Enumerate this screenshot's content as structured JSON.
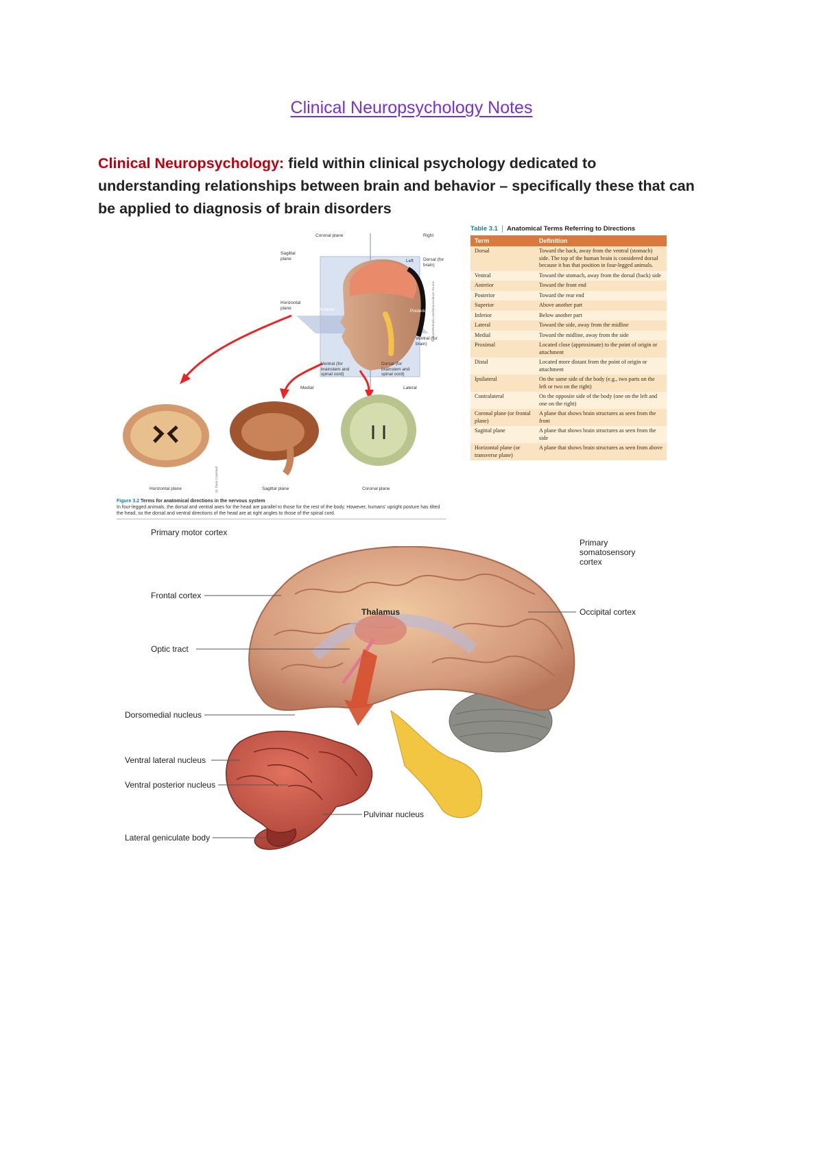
{
  "title": "Clinical Neuropsychology Notes",
  "intro": {
    "term": "Clinical Neuropsychology:",
    "definition": " field within clinical psychology dedicated to understanding relationships between brain and behavior – specifically these that can be applied to diagnosis of brain disorders"
  },
  "figure": {
    "labels": {
      "coronal_plane": "Coronal plane",
      "right": "Right",
      "sagittal_plane": "Sagittal plane",
      "left": "Left",
      "dorsal_brain": "Dorsal (for brain)",
      "horizontal_plane": "Horizontal plane",
      "anterior": "Anterior",
      "posterior": "Posterior",
      "ventral_brain": "Ventral (for brain)",
      "ventral_brainstem": "Ventral (for brainstem and spinal cord)",
      "dorsal_brainstem": "Dorsal (for brainstem and spinal cord)",
      "medial": "Medial",
      "lateral": "Lateral",
      "credit": "Sinauer/Richard Lowe/Neuroscience Source",
      "horizontal_caption": "Horizontal plane",
      "sagittal_caption": "Sagittal plane",
      "coronal_caption": "Coronal plane",
      "photo_credit": "Dr. Dana Copeland"
    },
    "caption_number": "Figure 3.2",
    "caption_title": "Terms for anatomical directions in the nervous system",
    "caption_text": "In four-legged animals, the dorsal and ventral axes for the head are parallel to those for the rest of the body. However, humans' upright posture has tilted the head, so the dorsal and ventral directions of the head are at right angles to those of the spinal cord."
  },
  "table": {
    "number": "Table 3.1",
    "title": "Anatomical Terms Referring to Directions",
    "header_term": "Term",
    "header_definition": "Definition",
    "rows": [
      {
        "term": "Dorsal",
        "definition": "Toward the back, away from the ventral (stomach) side. The top of the human brain is considered dorsal because it has that position in four-legged animals."
      },
      {
        "term": "Ventral",
        "definition": "Toward the stomach, away from the dorsal (back) side"
      },
      {
        "term": "Anterior",
        "definition": "Toward the front end"
      },
      {
        "term": "Posterior",
        "definition": "Toward the rear end"
      },
      {
        "term": "Superior",
        "definition": "Above another part"
      },
      {
        "term": "Inferior",
        "definition": "Below another part"
      },
      {
        "term": "Lateral",
        "definition": "Toward the side, away from the midline"
      },
      {
        "term": "Medial",
        "definition": "Toward the midline, away from the side"
      },
      {
        "term": "Proximal",
        "definition": "Located close (approximate) to the point of origin or attachment"
      },
      {
        "term": "Distal",
        "definition": "Located more distant from the point of origin or attachment"
      },
      {
        "term": "Ipsilateral",
        "definition": "On the same side of the body (e.g., two parts on the left or two on the right)"
      },
      {
        "term": "Contralateral",
        "definition": "On the opposite side of the body (one on the left and one on the right)"
      },
      {
        "term": "Coronal plane (or frontal plane)",
        "definition": "A plane that shows brain structures as seen from the front"
      },
      {
        "term": "Sagittal plane",
        "definition": "A plane that shows brain structures as seen from the side"
      },
      {
        "term": "Horizontal plane (or transverse plane)",
        "definition": "A plane that shows brain structures as seen from above"
      }
    ]
  },
  "thalamus_figure": {
    "primary_motor_cortex": "Primary motor cortex",
    "frontal_cortex": "Frontal cortex",
    "optic_tract": "Optic tract",
    "thalamus": "Thalamus",
    "primary_somatosensory_cortex_1": "Primary",
    "primary_somatosensory_cortex_2": "somatosensory",
    "primary_somatosensory_cortex_3": "cortex",
    "occipital_cortex": "Occipital cortex",
    "dorsomedial_nucleus": "Dorsomedial nucleus",
    "ventral_lateral_nucleus": "Ventral lateral nucleus",
    "ventral_posterior_nucleus": "Ventral posterior nucleus",
    "pulvinar_nucleus": "Pulvinar nucleus",
    "lateral_geniculate_body": "Lateral geniculate body"
  }
}
